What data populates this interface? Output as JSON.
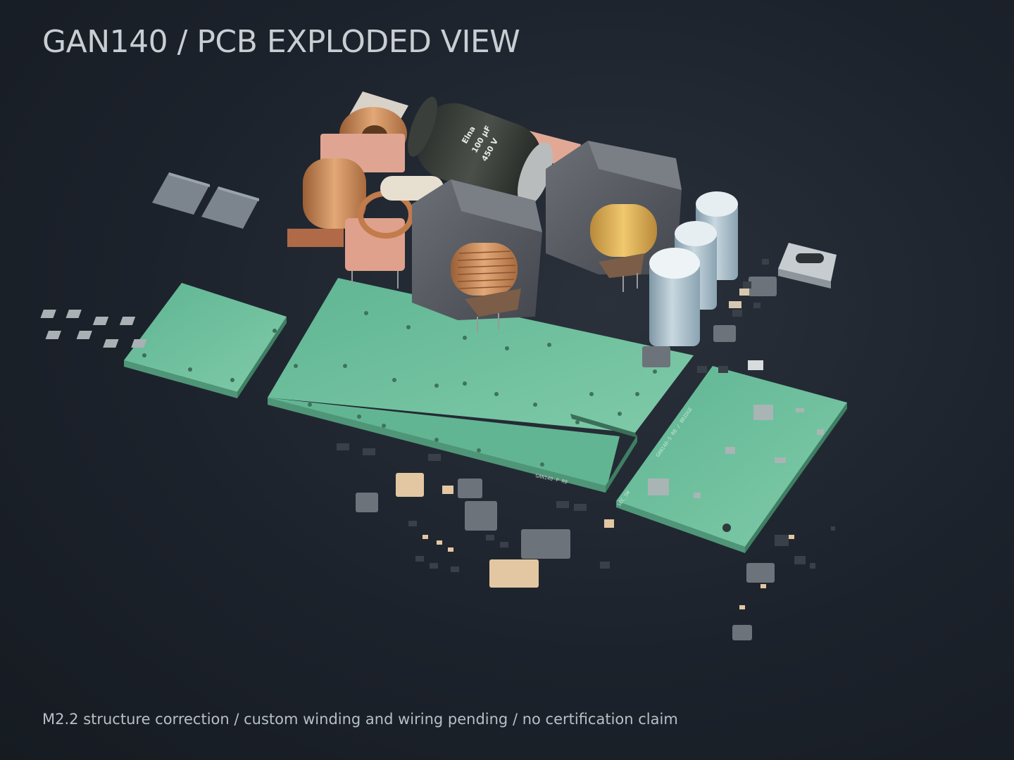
{
  "title": "GAN140 / PCB EXPLODED VIEW",
  "caption": "M2.2 structure correction  /  custom winding and wiring pending  /  no certification claim",
  "labels": {
    "capacitor_brand": "Elna",
    "capacitor_value": "100 µF",
    "capacitor_voltage": "450 V",
    "main_pcb_silk": "GAN140-P R0",
    "secondary_pcb_silk": "GAN140-S R0 / BRIDGE",
    "secondary_pcb_corner": "SEC_SW"
  },
  "colors": {
    "background": "#1c222b",
    "pcb_green": "#6fbf9d",
    "copper": "#c98a5a",
    "ferrite": "#5b5f66",
    "electrolytic": "#a9c0cc",
    "title_text": "#c9ced3"
  }
}
